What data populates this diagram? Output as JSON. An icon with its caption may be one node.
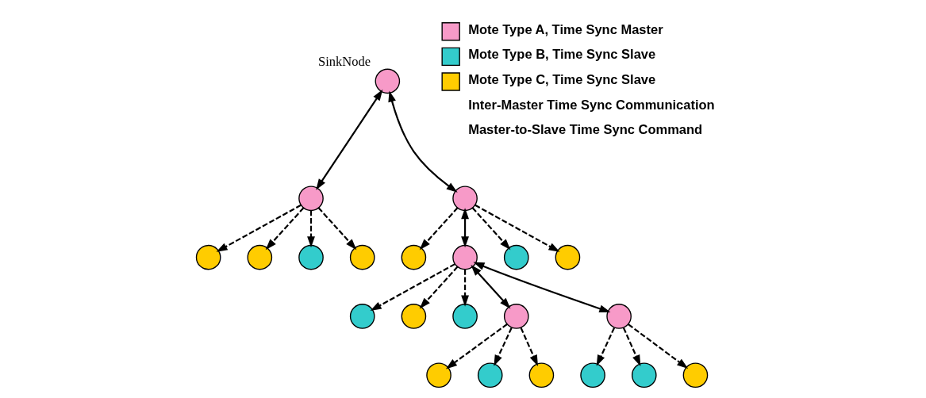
{
  "diagram": {
    "nodes": [
      {
        "text": [],
        "shape": "circle"
      },
      {
        "text": [],
        "shape": "circle"
      },
      {
        "text": [],
        "shape": "circle",
        "beside": [
          "SinkNode"
        ]
      },
      {
        "text": [],
        "shape": "circle"
      },
      {
        "text": [],
        "shape": "circle"
      },
      {
        "text": [],
        "shape": "circle"
      },
      {
        "text": [],
        "shape": "circle"
      },
      {
        "text": [],
        "shape": "circle"
      },
      {
        "text": [],
        "shape": "circle"
      },
      {
        "text": [],
        "shape": "circle"
      },
      {
        "text": [],
        "shape": "circle"
      },
      {
        "text": [],
        "shape": "circle"
      },
      {
        "text": [],
        "shape": "circle"
      },
      {
        "text": [],
        "shape": "circle"
      },
      {
        "text": [],
        "shape": "circle"
      },
      {
        "text": [],
        "shape": "circle"
      },
      {
        "text": [],
        "shape": "circle"
      },
      {
        "text": [],
        "shape": "circle"
      },
      {
        "text": [],
        "shape": "circle"
      },
      {
        "text": [],
        "shape": "circle"
      },
      {
        "text": [],
        "shape": "circle"
      },
      {
        "text": [],
        "shape": "circle"
      }
    ],
    "edges": [
      {
        "from": 2,
        "to": 3,
        "arrow": "both"
      },
      {
        "from": 2,
        "to": 11,
        "arrow": "both"
      },
      {
        "from": 11,
        "to": 9,
        "arrow": "both"
      },
      {
        "from": 9,
        "to": 15,
        "arrow": "both"
      },
      {
        "from": 9,
        "to": 18,
        "arrow": "both"
      },
      {
        "from": 3,
        "to": 1,
        "arrow": "to",
        "style": "dashed"
      },
      {
        "from": 3,
        "to": 0,
        "arrow": "to",
        "style": "dashed"
      },
      {
        "from": 3,
        "to": 4,
        "arrow": "to",
        "style": "dashed"
      },
      {
        "from": 3,
        "to": 5,
        "arrow": "to",
        "style": "dashed"
      },
      {
        "from": 9,
        "to": 7,
        "arrow": "to",
        "style": "dashed"
      },
      {
        "from": 9,
        "to": 6,
        "arrow": "to",
        "style": "dashed"
      },
      {
        "from": 9,
        "to": 13,
        "arrow": "to",
        "style": "dashed"
      },
      {
        "from": 11,
        "to": 8,
        "arrow": "to",
        "style": "dashed"
      },
      {
        "from": 11,
        "to": 14,
        "arrow": "to",
        "style": "dashed"
      },
      {
        "from": 11,
        "to": 16,
        "arrow": "to",
        "style": "dashed"
      },
      {
        "from": 15,
        "to": 10,
        "arrow": "to",
        "style": "dashed"
      },
      {
        "from": 15,
        "to": 12,
        "arrow": "to",
        "style": "dashed"
      },
      {
        "from": 15,
        "to": 17,
        "arrow": "to",
        "style": "dashed"
      },
      {
        "from": 18,
        "to": 19,
        "arrow": "to",
        "style": "dashed"
      },
      {
        "from": 18,
        "to": 20,
        "arrow": "to",
        "style": "dashed"
      },
      {
        "from": 18,
        "to": 21,
        "arrow": "to",
        "style": "dashed"
      }
    ],
    "legend": [
      {
        "text": "Mote Type A, Time Sync Master",
        "color": "#f79ac8"
      },
      {
        "text": "Mote Type B, Time Sync Slave",
        "color": "#33cccc"
      },
      {
        "text": "Mote Type C, Time Sync Slave",
        "color": "#ffcc00"
      },
      {
        "text": "Inter-Master Time Sync Communication"
      },
      {
        "text": "Master-to-Slave Time Sync Command"
      }
    ]
  }
}
